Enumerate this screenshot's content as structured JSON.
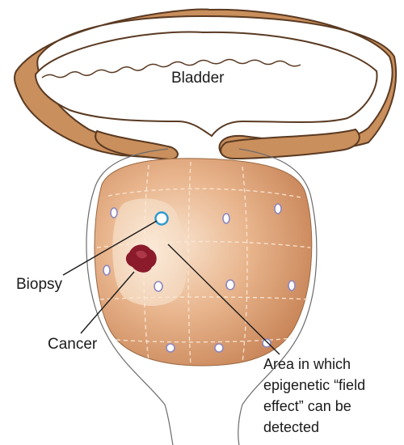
{
  "labels": {
    "bladder": "Bladder",
    "biopsy": "Biopsy",
    "cancer": "Cancer",
    "field_effect": [
      "Area in which",
      "epigenetic “field",
      "effect” can be",
      "detected"
    ]
  },
  "colors": {
    "bladder_wall": "#c98f5c",
    "bladder_outline": "#5a3a22",
    "prostate_light": "#f6dcc4",
    "prostate_dark": "#c98355",
    "field_area": "#f7e1cc",
    "tumor": "#8b1a2b",
    "biopsy_marker": "#2f9bd0",
    "core_dot": "#8d87c0",
    "leader_line": "#1a1a1a"
  }
}
